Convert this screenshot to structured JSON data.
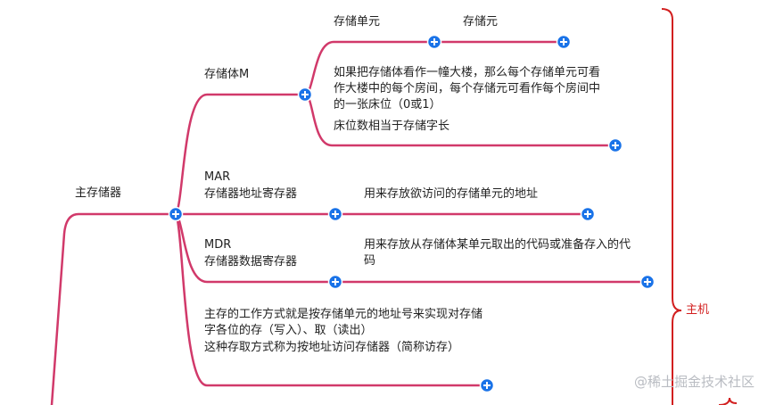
{
  "nodes": {
    "main_storage": "主存储器",
    "storage_body": "存储体M",
    "storage_unit": "存储单元",
    "storage_element": "存储元",
    "building_note": "如果把存储体看作一幢大楼，那么每个存储单元可看作大楼中的每个房间，每个存储元可看作每个房间中的一张床位（0或1）",
    "bed_note": "床位数相当于存储字长",
    "mar": "MAR",
    "mar_full": "存储器地址寄存器",
    "mar_desc": "用来存放欲访问的存储单元的地址",
    "mdr": "MDR",
    "mdr_full": "存储器数据寄存器",
    "mdr_desc": "用来存放从存储体某单元取出的代码或准备存入的代码",
    "work_mode": "主存的工作方式就是按存储单元的地址号来实现对存储字各位的存（写入）、取（读出）",
    "access_mode": "这种存取方式称为按地址访问存储器（简称访存）",
    "host": "主机"
  },
  "watermark": "@稀土掘金技术社区",
  "colors": {
    "branch": "#d1396a",
    "plus": "#1a73e8",
    "bracket": "#d21f1f"
  }
}
